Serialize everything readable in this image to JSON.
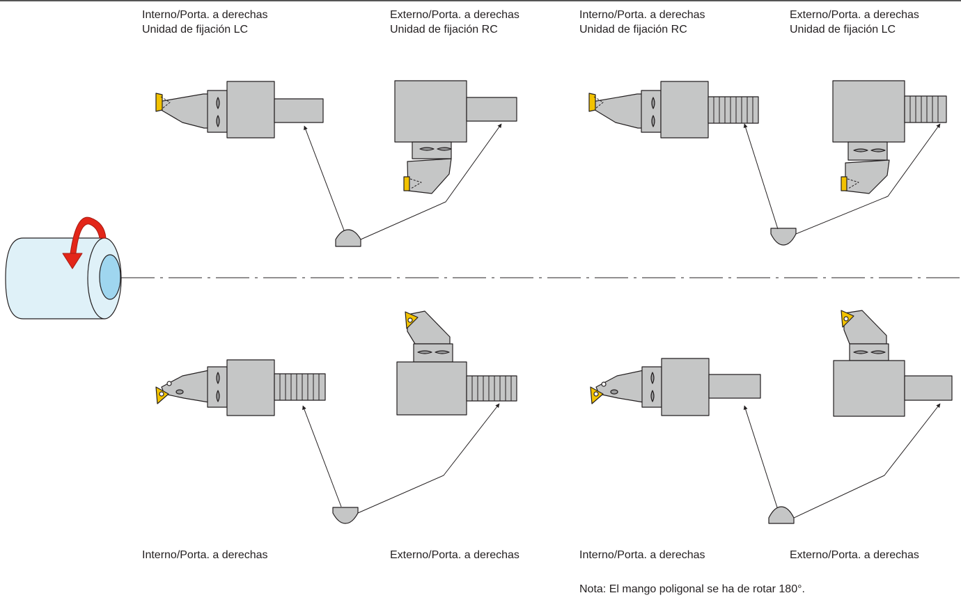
{
  "labels": {
    "top": [
      {
        "line1": "Interno/Porta. a derechas",
        "line2": "Unidad de fijación LC"
      },
      {
        "line1": "Externo/Porta. a derechas",
        "line2": "Unidad de fijación RC"
      },
      {
        "line1": "Interno/Porta. a derechas",
        "line2": "Unidad de fijación RC"
      },
      {
        "line1": "Externo/Porta. a derechas",
        "line2": "Unidad de fijación LC"
      }
    ],
    "bottom": [
      "Interno/Porta. a derechas",
      "Externo/Porta. a derechas",
      "Interno/Porta. a derechas",
      "Externo/Porta. a derechas"
    ],
    "note": "Nota: El mango poligonal se ha de rotar 180°."
  },
  "colors": {
    "tool_body": "#c5c6c6",
    "outline": "#231f20",
    "insert": "#f2c200",
    "workpiece": "#dff1f8",
    "bore": "#9fd6ef",
    "rotation_arrow": "#e32619"
  }
}
